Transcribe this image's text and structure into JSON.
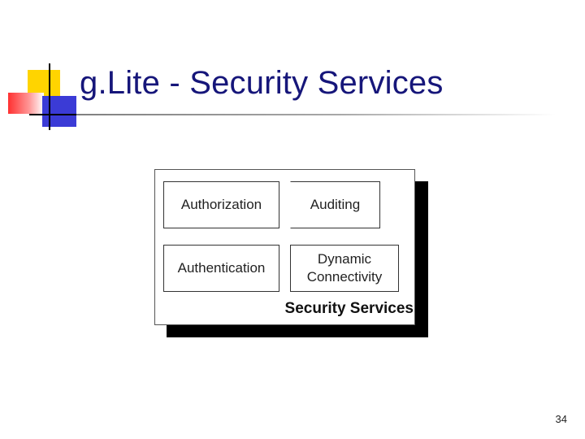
{
  "slide": {
    "title": "g.Lite - Security Services",
    "page_number": "34"
  },
  "diagram": {
    "components": {
      "authorization": "Authorization",
      "auditing": "Auditing",
      "authentication": "Authentication",
      "dynamic_connectivity_line1": "Dynamic",
      "dynamic_connectivity_line2": "Connectivity"
    },
    "container_label": "Security Services"
  },
  "colors": {
    "title": "#16167a",
    "logo_yellow": "#ffd400",
    "logo_red": "#ff3030",
    "logo_blue": "#3b3bd6"
  }
}
